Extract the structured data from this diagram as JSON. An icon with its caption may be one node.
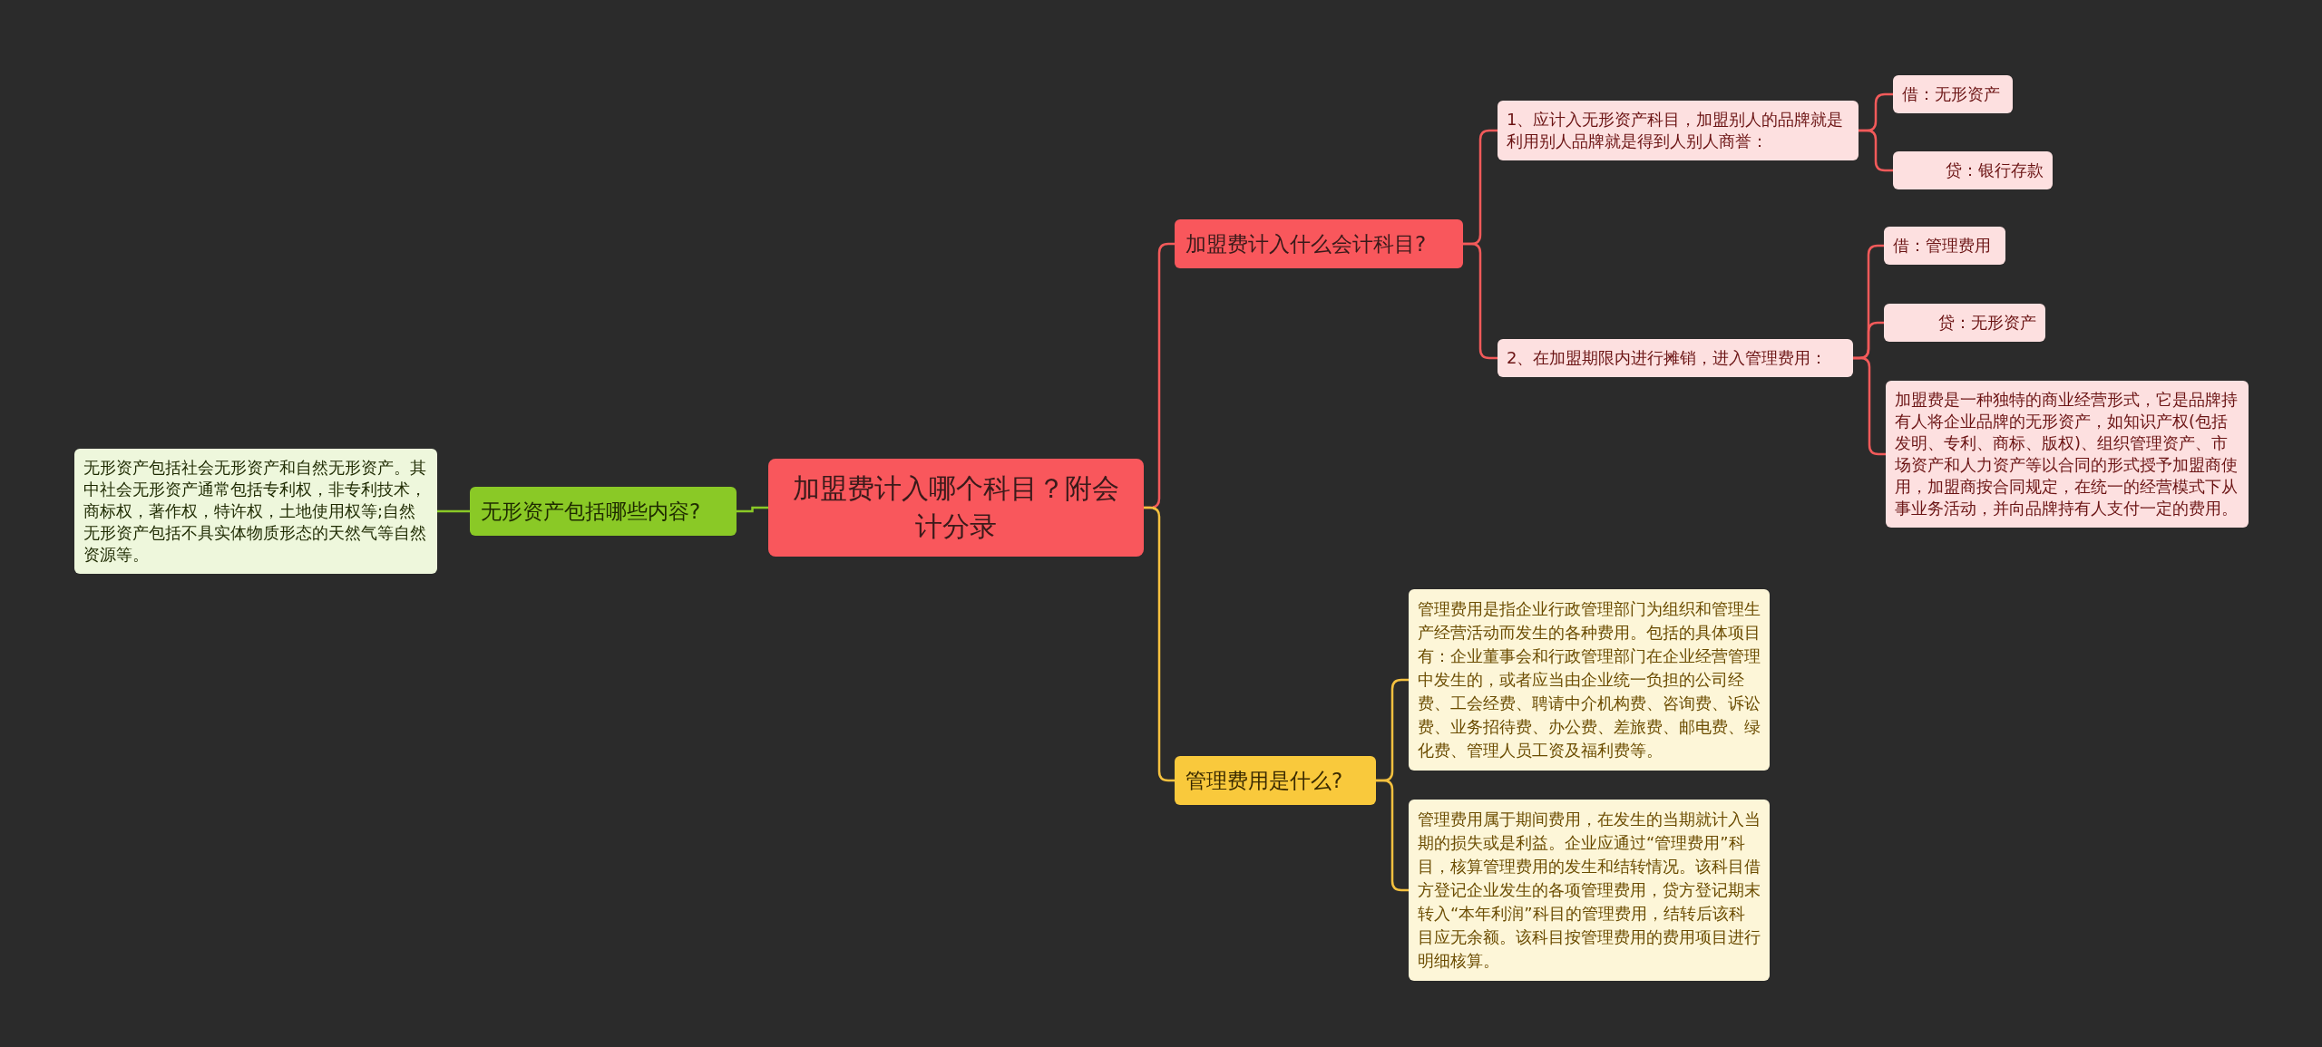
{
  "diagram": {
    "nodes": [
      {
        "text": [
          "加盟费计入哪个科目？附会计分录"
        ]
      },
      {
        "text": [
          "加盟费计入什么会计科目?"
        ]
      },
      {
        "text": [
          "1、应计入无形资产科目，加盟别人的品牌就是利用别人品牌就是得到人别人商誉："
        ]
      },
      {
        "text": [
          "借：无形资产"
        ]
      },
      {
        "text": [
          "贷：银行存款"
        ]
      },
      {
        "text": [
          "2、在加盟期限内进行摊销，进入管理费用："
        ]
      },
      {
        "text": [
          "借：管理费用"
        ]
      },
      {
        "text": [
          "贷：无形资产"
        ]
      },
      {
        "text": [
          "加盟费是一种独特的商业经营形式，它是品牌持有人将企业品牌的无形资产，如知识产权(包括发明、专利、商标、版权)、组织管理资产、市场资产和人力资产等以合同的形式授予加盟商使用，加盟商按合同规定，在统一的经营模式下从事业务活动，并向品牌持有人支付一定的费用。"
        ]
      },
      {
        "text": [
          "管理费用是什么?"
        ]
      },
      {
        "text": [
          "管理费用是指企业行政管理部门为组织和管理生产经营活动而发生的各种费用。包括的具体项目有：企业董事会和行政管理部门在企业经营管理中发生的，或者应当由企业统一负担的公司经费、工会经费、聘请中介机构费、咨询费、诉讼费、业务招待费、办公费、差旅费、邮电费、绿化费、管理人员工资及福利费等。"
        ]
      },
      {
        "text": [
          "管理费用属于期间费用，在发生的当期就计入当期的损失或是利益。企业应通过“管理费用”科目，核算管理费用的发生和结转情况。该科目借方登记企业发生的各项管理费用，贷方登记期末转入“本年利润”科目的管理费用，结转后该科目应无余额。该科目按管理费用的费用项目进行明细核算。"
        ]
      },
      {
        "text": [
          "无形资产包括哪些内容?"
        ]
      },
      {
        "text": [
          "无形资产包括社会无形资产和自然无形资产。其中社会无形资产通常包括专利权，非专利技术，商标权，著作权，特许权，土地使用权等;自然无形资产包括不具实体物质形态的天然气等自然资源等。"
        ]
      }
    ],
    "edges": [
      {
        "from": 0,
        "to": 1,
        "arrow": "none"
      },
      {
        "from": 1,
        "to": 2,
        "arrow": "none"
      },
      {
        "from": 2,
        "to": 3,
        "arrow": "none"
      },
      {
        "from": 2,
        "to": 4,
        "arrow": "none"
      },
      {
        "from": 1,
        "to": 5,
        "arrow": "none"
      },
      {
        "from": 5,
        "to": 6,
        "arrow": "none"
      },
      {
        "from": 5,
        "to": 7,
        "arrow": "none"
      },
      {
        "from": 5,
        "to": 8,
        "arrow": "none"
      },
      {
        "from": 0,
        "to": 9,
        "arrow": "none",
        "color": "#f5c13f"
      },
      {
        "from": 9,
        "to": 10,
        "arrow": "none",
        "color": "#f5c13f"
      },
      {
        "from": 9,
        "to": 11,
        "arrow": "none",
        "color": "#f5c13f"
      },
      {
        "from": 0,
        "to": 12,
        "arrow": "none",
        "color": "#8ac926"
      },
      {
        "from": 12,
        "to": 13,
        "arrow": "none",
        "color": "#8ac926"
      }
    ]
  }
}
